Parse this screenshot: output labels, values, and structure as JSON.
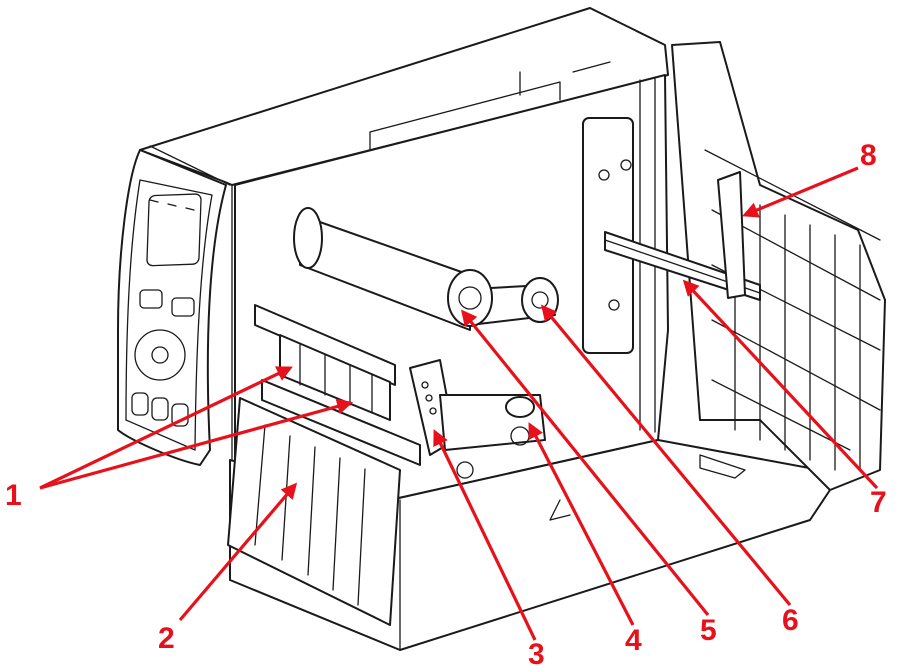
{
  "diagram": {
    "callouts": [
      {
        "id": "1",
        "label": "1"
      },
      {
        "id": "2",
        "label": "2"
      },
      {
        "id": "3",
        "label": "3"
      },
      {
        "id": "4",
        "label": "4"
      },
      {
        "id": "5",
        "label": "5"
      },
      {
        "id": "6",
        "label": "6"
      },
      {
        "id": "7",
        "label": "7"
      },
      {
        "id": "8",
        "label": "8"
      }
    ],
    "colors": {
      "callout": "#e8101a",
      "line": "#1a1a1a",
      "background": "#ffffff"
    }
  }
}
